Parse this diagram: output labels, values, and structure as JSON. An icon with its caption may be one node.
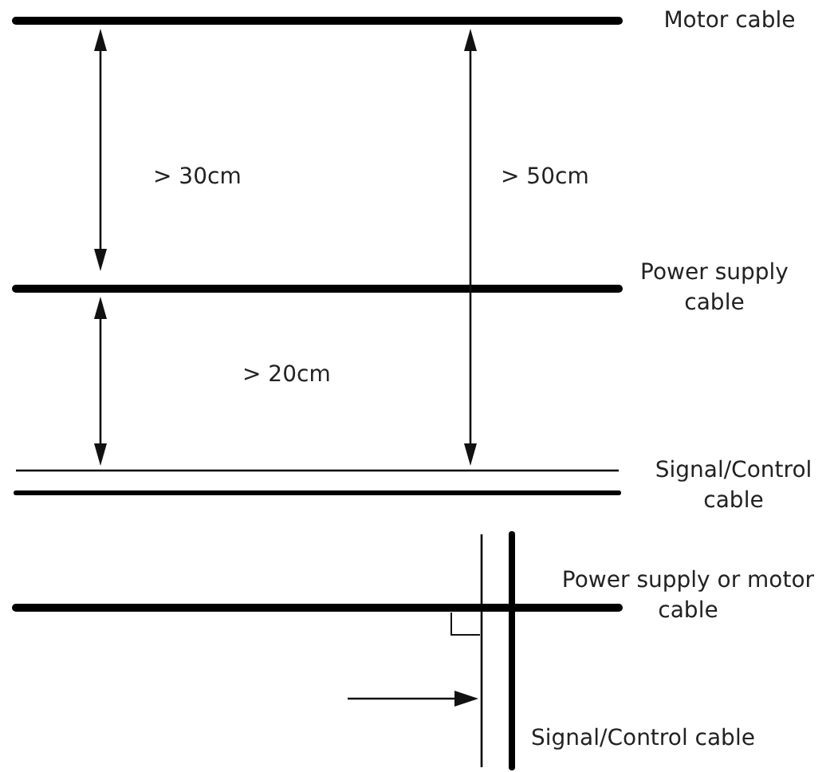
{
  "diagram": {
    "labels": [
      "Motor cable",
      "> 30cm",
      "> 50cm",
      "Power supply cable",
      "> 20cm",
      "Signal/Control cable",
      "Power supply or motor cable",
      "Signal/Control cable"
    ]
  }
}
